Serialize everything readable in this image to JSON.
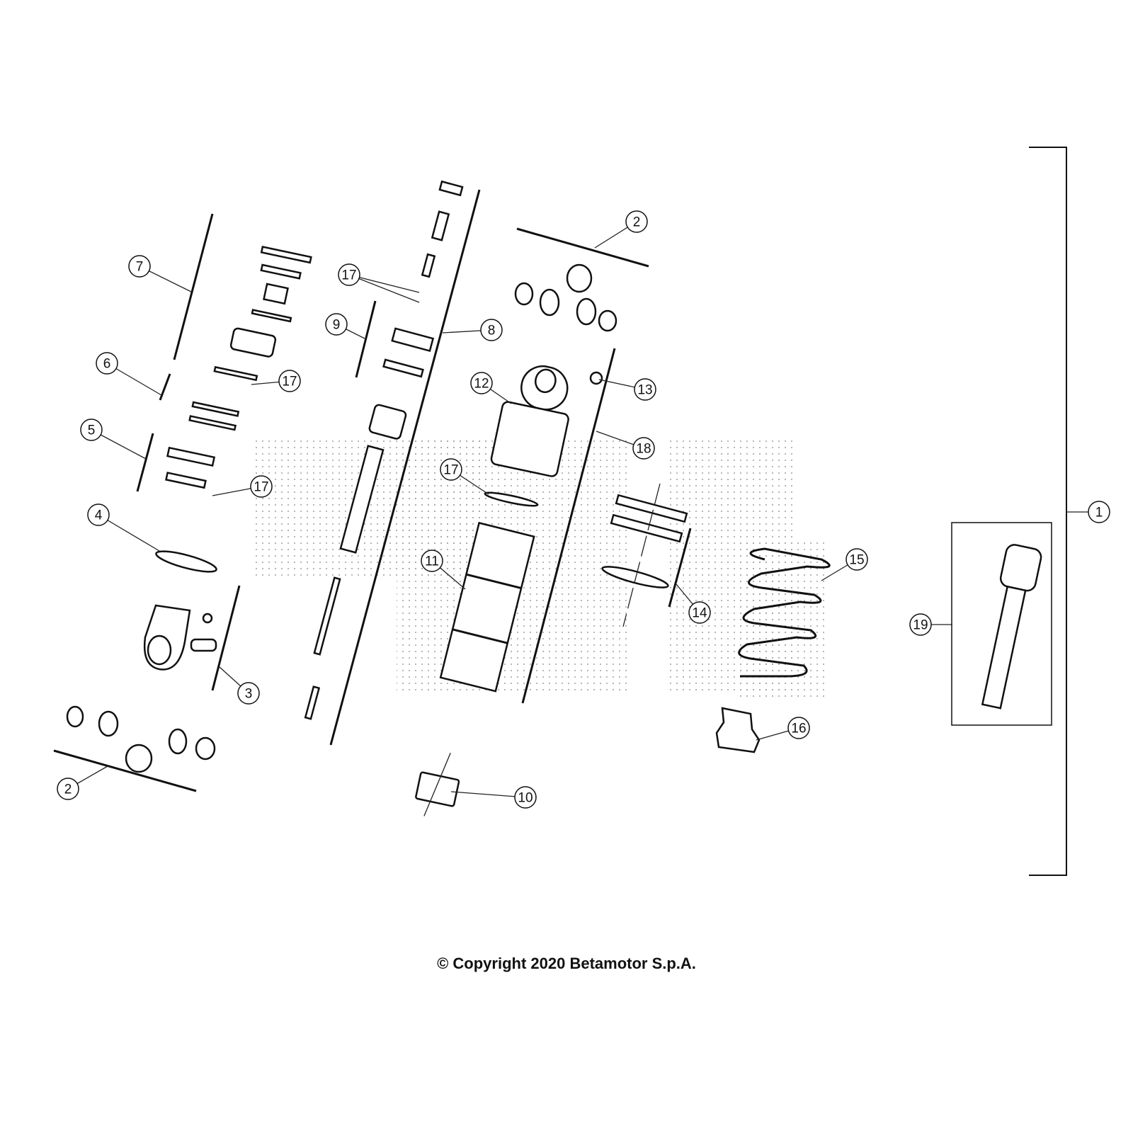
{
  "diagram": {
    "callouts": [
      "1",
      "2",
      "2",
      "3",
      "4",
      "5",
      "6",
      "7",
      "8",
      "9",
      "10",
      "11",
      "12",
      "13",
      "14",
      "15",
      "16",
      "17",
      "17",
      "17",
      "17",
      "18",
      "19"
    ],
    "copyright": "© Copyright 2020 Betamotor S.p.A."
  }
}
